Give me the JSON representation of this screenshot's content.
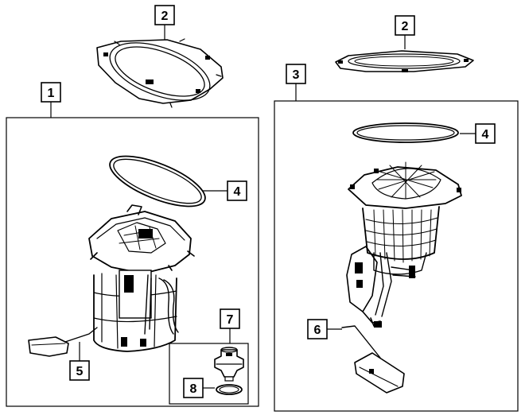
{
  "diagram": {
    "callouts": {
      "c1": "1",
      "c2a": "2",
      "c2b": "2",
      "c3": "3",
      "c4a": "4",
      "c4b": "4",
      "c5": "5",
      "c6": "6",
      "c7": "7",
      "c8": "8"
    }
  }
}
